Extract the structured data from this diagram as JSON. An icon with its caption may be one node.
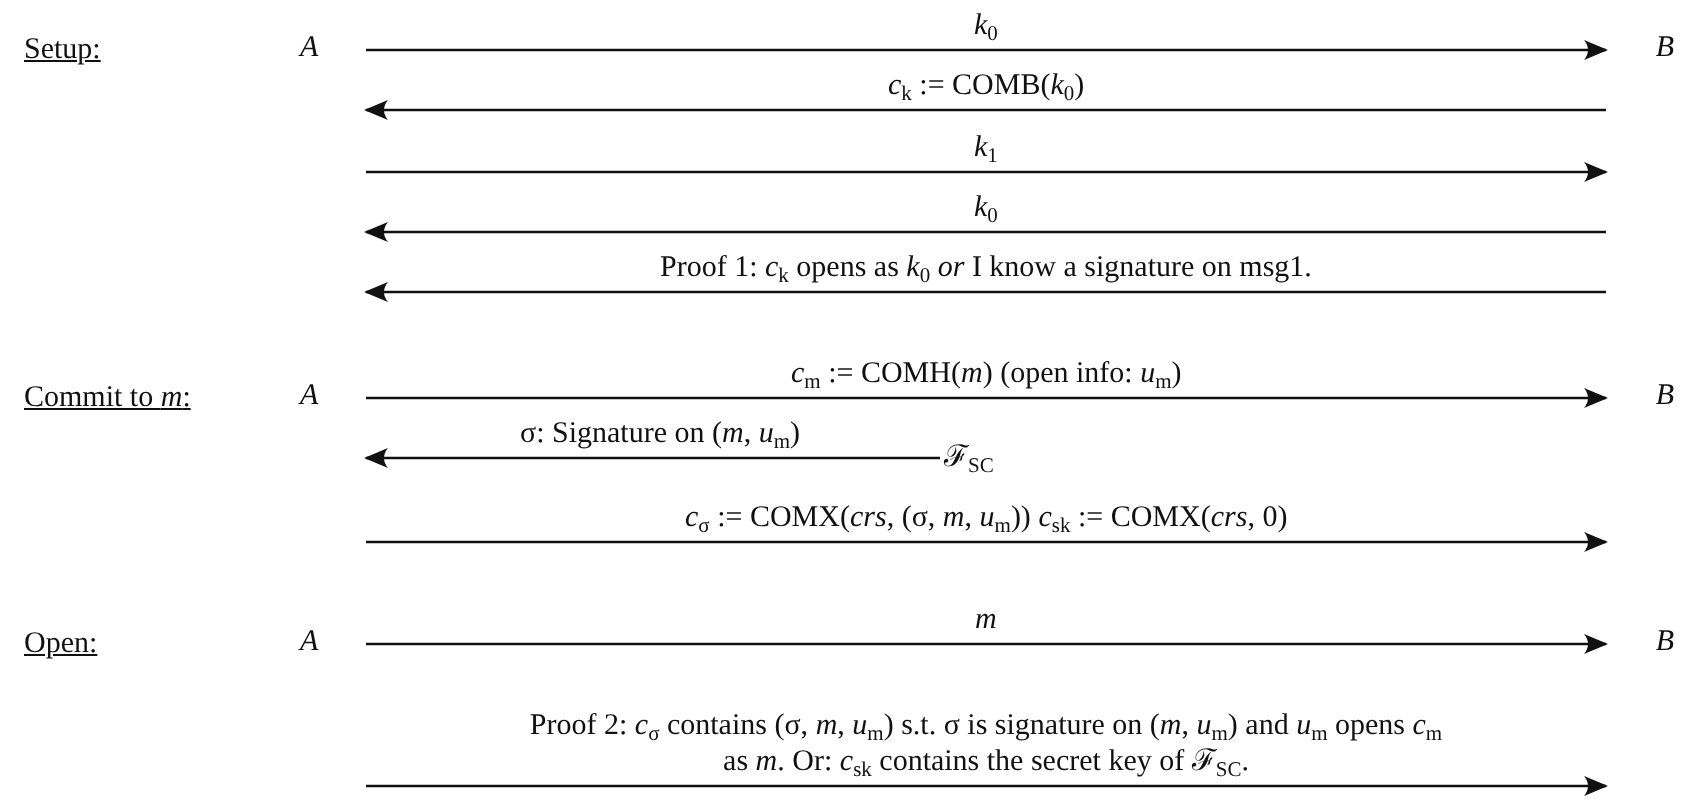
{
  "diagram": {
    "nodes": [
      {
        "text": [
          "*A*"
        ]
      },
      {
        "text": [
          "*B*"
        ]
      },
      {
        "text": [
          "*A*"
        ]
      },
      {
        "text": [
          "*B*"
        ]
      },
      {
        "text": [
          "ℱ$_{SC}$"
        ]
      },
      {
        "text": [
          "*A*"
        ]
      },
      {
        "text": [
          "*B*"
        ]
      }
    ],
    "edges": [
      {
        "from": 0,
        "to": 1,
        "arrow": "to",
        "label": "*k*$_{0}$"
      },
      {
        "from": 1,
        "to": 0,
        "arrow": "to",
        "label": "*c*$_{k}$ := COMB(*k*$_{0}$)"
      },
      {
        "from": 0,
        "to": 1,
        "arrow": "to",
        "label": "*k*$_{1}$"
      },
      {
        "from": null,
        "to": 0,
        "arrow": "to",
        "label": "*k*$_{0}$"
      },
      {
        "from": 2,
        "to": 3,
        "arrow": "to",
        "label": "*c*$_{m}$ := COMH(*m*) (open info: *u*$_{m}$)"
      },
      {
        "from": 4,
        "to": 2,
        "arrow": "to",
        "label": "σ: Signature on (*m*, *u*$_{m}$)"
      },
      {
        "from": null,
        "to": 3,
        "arrow": "to",
        "label": "*c*$_{σ}$ := COMX(*crs*, (σ, *m*, *u*$_{m}$)) *c*$_{sk}$ := COMX(*crs*, 0)"
      },
      {
        "from": 5,
        "to": 6,
        "arrow": "to",
        "label": "*m*"
      },
      {
        "from": 5,
        "to": 6,
        "arrow": "to",
        "label": "Proof 2: *c*$_{σ}$ contains (σ, *m*, *u*$_{m}$) s.t. σ is signature on (*m*, *u*$_{m}$) and *u*$_{m}$ opens *c*$_{m}$ as *m*. Or: *c*$_{sk}$ contains the secret key of ℱ$_{SC}$."
      }
    ],
    "labels": [
      "Setup:",
      "Proof 1: *c*$_{k}$ opens as *k*$_{0}$ *or* I know a signature on msg1.",
      "Commit to *m*:",
      "Open:"
    ]
  }
}
